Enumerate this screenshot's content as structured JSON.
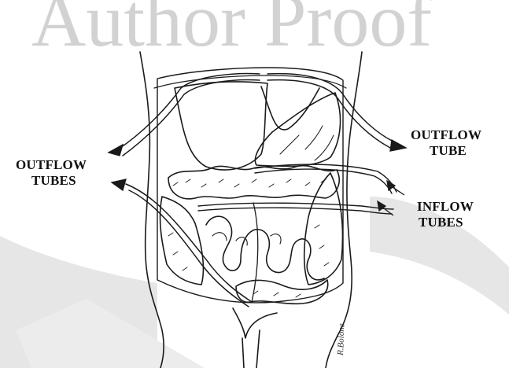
{
  "watermark": {
    "text": "Author Proof",
    "color": "#d0d0d0"
  },
  "labels": {
    "outflow_tubes_left": {
      "line1": "OUTFLOW",
      "line2": "TUBES"
    },
    "outflow_tube_right": {
      "line1": "OUTFLOW",
      "line2": "TUBE"
    },
    "inflow_tubes": {
      "line1": "INFLOW",
      "line2": "TUBES"
    }
  },
  "signature": "R.Bolone",
  "colors": {
    "ink": "#1a1a1a",
    "shadow": "#e3e3e3"
  }
}
